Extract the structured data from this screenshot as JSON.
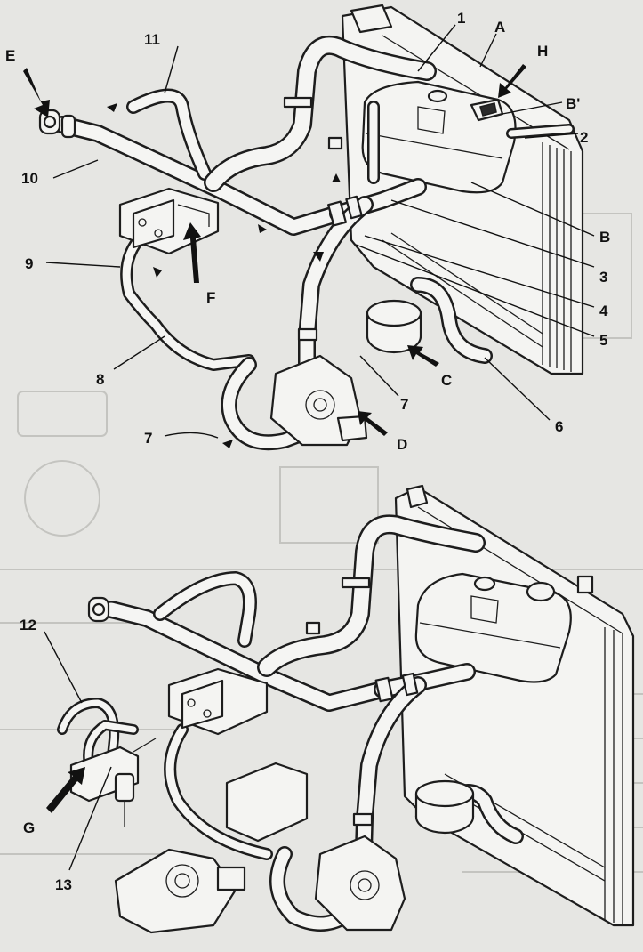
{
  "callouts_top": {
    "n1": "1",
    "nA": "A",
    "nH": "H",
    "nBp": "B'",
    "n2": "2",
    "nE": "E",
    "n11": "11",
    "n10": "10",
    "n9": "9",
    "nF": "F",
    "nB": "B",
    "n3": "3",
    "n4": "4",
    "n5": "5",
    "nC": "C",
    "n6": "6",
    "n7a": "7",
    "n7b": "7",
    "nD": "D",
    "n8": "8"
  },
  "callouts_bottom": {
    "n12": "12",
    "nG": "G",
    "n13": "13"
  },
  "colors": {
    "line": "#1d1d1d",
    "paper": "#e6e6e3",
    "part_fill": "#f4f4f2"
  }
}
